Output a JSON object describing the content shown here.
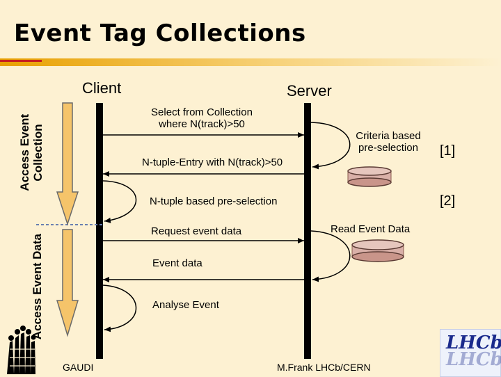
{
  "slide": {
    "title": "Event Tag Collections",
    "colors": {
      "background": "#fdf1d2",
      "header_band": "#e0a000",
      "lifeline": "#000000",
      "phase_arrow": "#f5c46a",
      "disk": "#d9b0a8"
    }
  },
  "diagram": {
    "client_label": "Client",
    "server_label": "Server",
    "phases": {
      "collection": [
        "Access Event",
        "Collection"
      ],
      "data": "Access Event Data"
    },
    "messages": {
      "select": [
        "Select from Collection",
        "where N(track)>50"
      ],
      "ntuple_entry": "N-tuple-Entry with N(track)>50",
      "ntuple_preselection": "N-tuple based pre-selection",
      "request": "Request event data",
      "event_data": "Event data",
      "analyse": "Analyse Event"
    },
    "server_notes": {
      "criteria": [
        "Criteria based",
        "pre-selection"
      ],
      "read": "Read Event Data"
    },
    "refs": {
      "ref1": "[1]",
      "ref2": "[2]"
    }
  },
  "footer": {
    "left": "GAUDI",
    "center": "M.Frank LHCb/CERN",
    "lhcb_logo_text": "LHCb"
  }
}
